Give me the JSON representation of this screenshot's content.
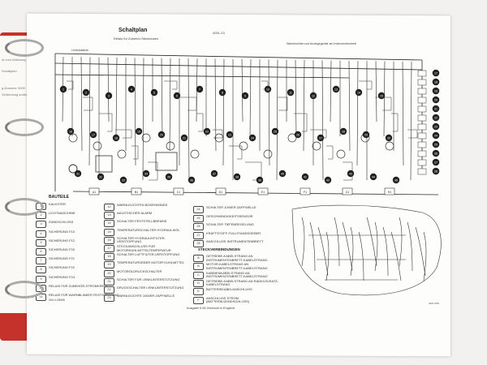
{
  "left_page": {
    "lines": [
      "ut vom Ablesung",
      "Schaltplan",
      "g-Nummer 3000",
      "Verbindung sorten"
    ]
  },
  "header": {
    "title": "Schaltplan",
    "subtitle": "Relais für Zubehör-Steckdosen",
    "page_number": "4001-23",
    "right_note": "Warnleuchten und Anzeigegeräte am Instrumentenbrett",
    "left_note": "Lenkradsäule"
  },
  "legend": {
    "title": "BAUTEILE",
    "col1": [
      {
        "num": "1",
        "label": "KALKSTER"
      },
      {
        "num": "2",
        "label": "LICHTMASCHINE"
      },
      {
        "num": "3",
        "label": "ZÜNDSCHLOSS"
      },
      {
        "num": "4",
        "label": "SICHERUNG F10"
      },
      {
        "num": "5",
        "label": "SICHERUNG F12"
      },
      {
        "num": "6",
        "label": "SICHERUNG F20"
      },
      {
        "num": "7",
        "label": "SICHERUNG F21"
      },
      {
        "num": "8",
        "label": "SICHERUNG F22"
      },
      {
        "num": "9",
        "label": "SICHERUNG F24"
      },
      {
        "num": "10",
        "label": "RELAIS FÜR ZUBEHÖR-STROMKREIS"
      },
      {
        "num": "11",
        "label": "RELAIS FÜR WARNBLINKER FESTSTELLUNG"
      }
    ],
    "col2": [
      {
        "num": "12",
        "label": "WARNLEUCHTEN BODENWINDS"
      },
      {
        "num": "13",
        "label": "AKUSTISCHER ALARM"
      },
      {
        "num": "14",
        "label": "SCHALTER FESTSTELLBREMSE"
      },
      {
        "num": "15",
        "label": "TEMPERATURSCHALTER HYDRAULIKÖL"
      },
      {
        "num": "16",
        "label": "SCHALTER HYDRAULIKFILTER-VERSTOPFUNG"
      },
      {
        "num": "17",
        "label": "STECKANSCHLUSS FÜR MOTORKÜHLMITTELTEMPERATUR"
      },
      {
        "num": "18",
        "label": "SCHALTER LUFTFILTER-VERSTOPFUNG"
      },
      {
        "num": "19",
        "label": "TEMPERATURGEBER MOTOR KÜHLMITTEL"
      },
      {
        "num": "20",
        "label": "MOTORÖLDRUCKSCHALTER"
      },
      {
        "num": "21",
        "label": "SCHALTER FÜR LENKUNTERSTÜTZUNG"
      },
      {
        "num": "22",
        "label": "DRUCKSCHALTER LENKUNTERSTÜTZUNG"
      },
      {
        "num": "23",
        "label": "WARNLEUCHTE 1000ER ZAPFWELLE"
      }
    ],
    "col3": [
      {
        "num": "24",
        "label": "SCHALTER 1000ER ZAPFWELLE"
      },
      {
        "num": "25",
        "label": "GESCHWINDIGKEITSSENSOR"
      },
      {
        "num": "26",
        "label": "SCHALTER TIEFENREGELUNG"
      },
      {
        "num": "27",
        "label": "KRAFTSTOFF-FÜLLSTANDSGEBER"
      },
      {
        "num": "28",
        "label": "ANSCHLUSS INSTRUMENTENBRETT"
      }
    ]
  },
  "harness": {
    "title": "STECKVERBINDUNGEN",
    "items": [
      {
        "num": "A",
        "label": "GETRIEBE-KABELSTRANG AN INSTRUMENTENBRETT-KABELSTRANG"
      },
      {
        "num": "B",
        "label": "MOTOR-KABELSTRANG AN INSTRUMENTENBRETT-KABELSTRANG"
      },
      {
        "num": "C",
        "label": "KABINENKABELSTRANG AN INSTRUMENTENBRETT-KABELSTRANG"
      },
      {
        "num": "D",
        "label": "GETRIEBE-KABELSTRANG AN RADIO/ZUSATZ-KABELSTRANG"
      },
      {
        "num": "E",
        "label": "BATTERIEKABELANSCHLUSS"
      },
      {
        "num": "F",
        "label": "ANSCHLUSS STROM (BATTERIE/ZÜNDSCHLOSS)"
      }
    ]
  },
  "footer": {
    "left": "Zeit 4-28055",
    "center": "Ausgabe 6.96  Gedruckt in England",
    "engine_ref": "4001-55N"
  },
  "circles_top": [
    "1",
    "2",
    "3",
    "4",
    "5",
    "6",
    "7",
    "8",
    "9",
    "10",
    "11",
    "12",
    "13",
    "14",
    "15",
    "16",
    "17",
    "18",
    "19",
    "20",
    "21",
    "22",
    "23",
    "24",
    "25",
    "26",
    "27",
    "28",
    "29",
    "30",
    "31",
    "32",
    "33",
    "34",
    "35",
    "36",
    "37",
    "38",
    "39",
    "40",
    "41",
    "42",
    "43",
    "44",
    "45"
  ],
  "right_column_labels": [
    "17",
    "18",
    "19",
    "20",
    "21",
    "22",
    "23",
    "24",
    "25",
    "26",
    "27",
    "28"
  ],
  "bottom_connectors": [
    "A1",
    "B1",
    "C1",
    "D1",
    "E1",
    "F1",
    "G1",
    "H1"
  ],
  "colors": {
    "binder": "#c5312b",
    "page": "#fdfdfc",
    "ink": "#2a2a2a"
  }
}
